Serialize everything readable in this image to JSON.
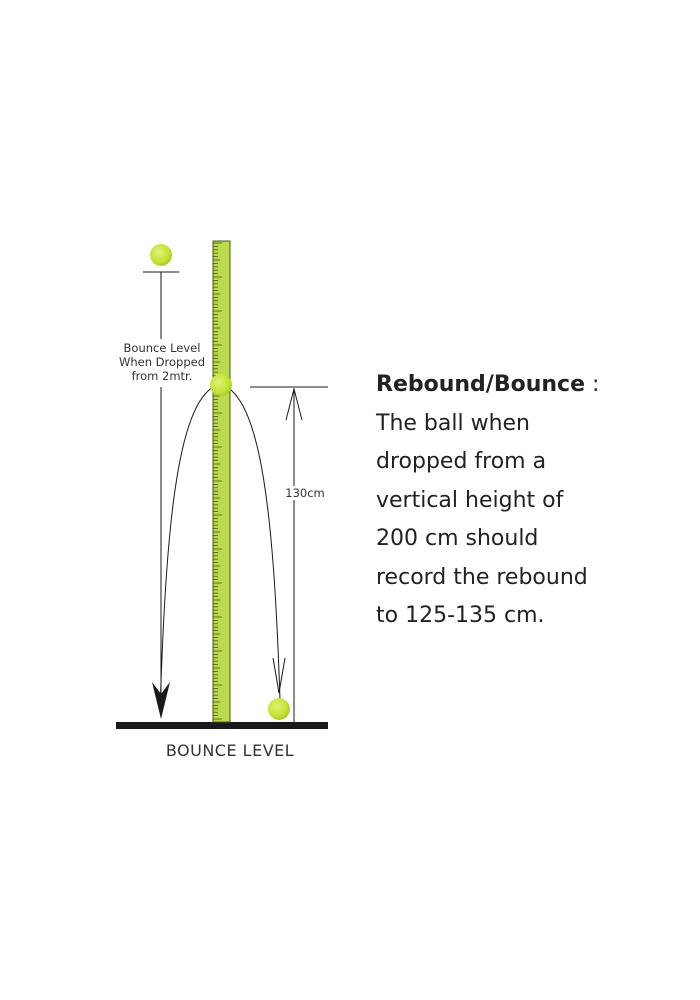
{
  "diagram": {
    "drop_label_lines": [
      "Bounce Level",
      "When Dropped",
      "from 2mtr."
    ],
    "rebound_height_label": "130cm",
    "ground_label": "BOUNCE LEVEL",
    "colors": {
      "ball": "#c3e234",
      "ruler": "#bcd94d",
      "ruler_border": "#4a5a10",
      "lines": "#1a1a1a",
      "ground": "#1a1a1a"
    }
  },
  "description": {
    "heading": "Rebound/Bounce",
    "separator": " :",
    "lines": [
      "The ball when",
      "dropped from a",
      "vertical height of",
      "200 cm should",
      "record the rebound",
      "to 125-135 cm."
    ]
  }
}
